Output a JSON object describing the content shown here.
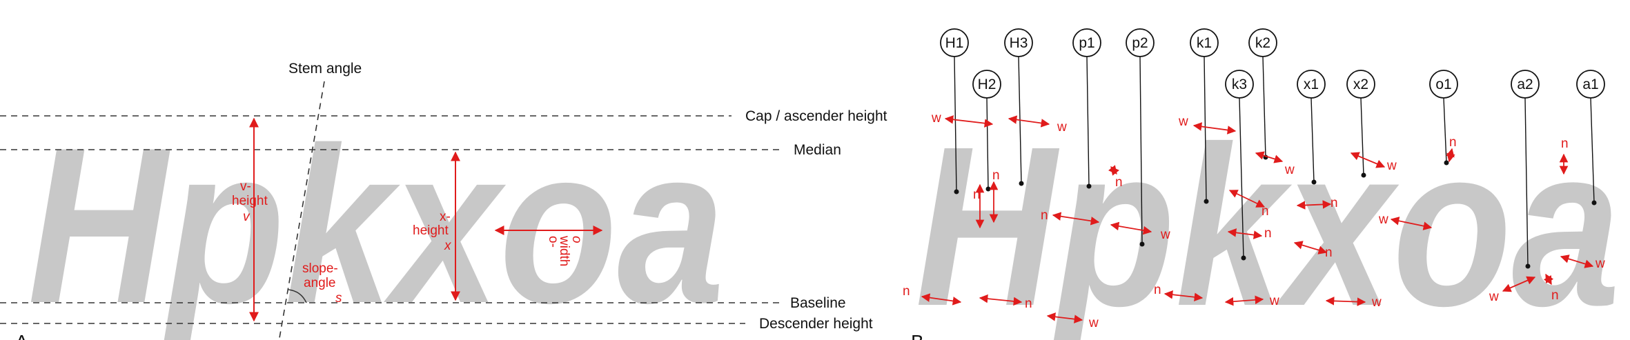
{
  "panel_a": {
    "letter": "A",
    "glyphs": "Hpkxoa",
    "guides": {
      "stem_angle": "Stem angle",
      "cap_height": "Cap / ascender height",
      "median": "Median",
      "baseline": "Baseline",
      "descender": "Descender height"
    },
    "measures": {
      "v_line1": "v-",
      "v_line2": "height",
      "v_symbol": "v",
      "x_line1": "x-",
      "x_line2": "height",
      "x_symbol": "x",
      "o_line1": "o-",
      "o_line2": "width",
      "o_symbol": "o",
      "s_line1": "slope-",
      "s_line2": "angle",
      "s_symbol": "s"
    }
  },
  "panel_b": {
    "letter": "B",
    "glyphs": "Hpkxoa",
    "markers": [
      "H1",
      "H2",
      "H3",
      "p1",
      "p2",
      "k1",
      "k2",
      "k3",
      "x1",
      "x2",
      "o1",
      "a2",
      "a1"
    ],
    "w": "w",
    "n": "n"
  },
  "colors": {
    "glyph": "#c8c8c8",
    "accent": "#e01b1b",
    "ink": "#111111"
  }
}
